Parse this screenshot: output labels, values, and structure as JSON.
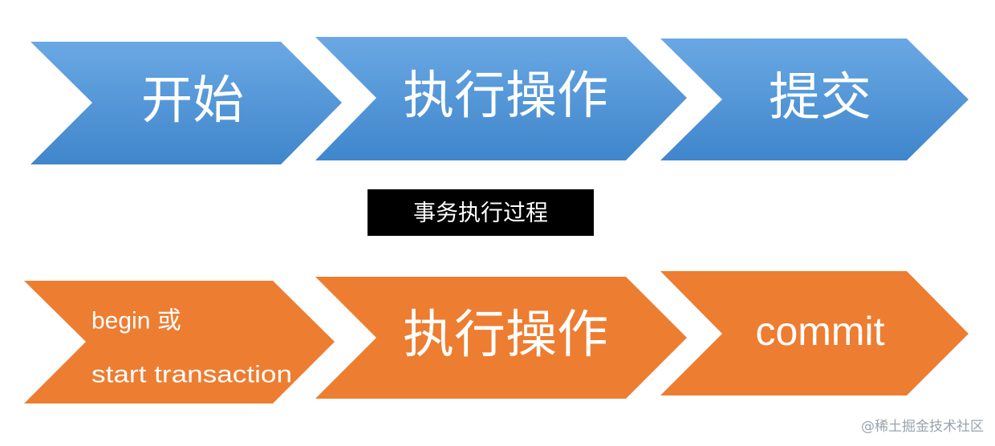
{
  "colors": {
    "blue_top": "#6aa8e4",
    "blue_bottom": "#3f86cb",
    "orange": "#ed7d31",
    "caption_bg": "#000000",
    "text": "#ffffff"
  },
  "top_row": [
    {
      "label": "开始"
    },
    {
      "label": "执行操作"
    },
    {
      "label": "提交"
    }
  ],
  "caption": "事务执行过程",
  "bottom_row": [
    {
      "line1": "begin 或",
      "line2": "start transaction"
    },
    {
      "label": "执行操作"
    },
    {
      "label": "commit"
    }
  ],
  "watermark": "@稀土掘金技术社区"
}
